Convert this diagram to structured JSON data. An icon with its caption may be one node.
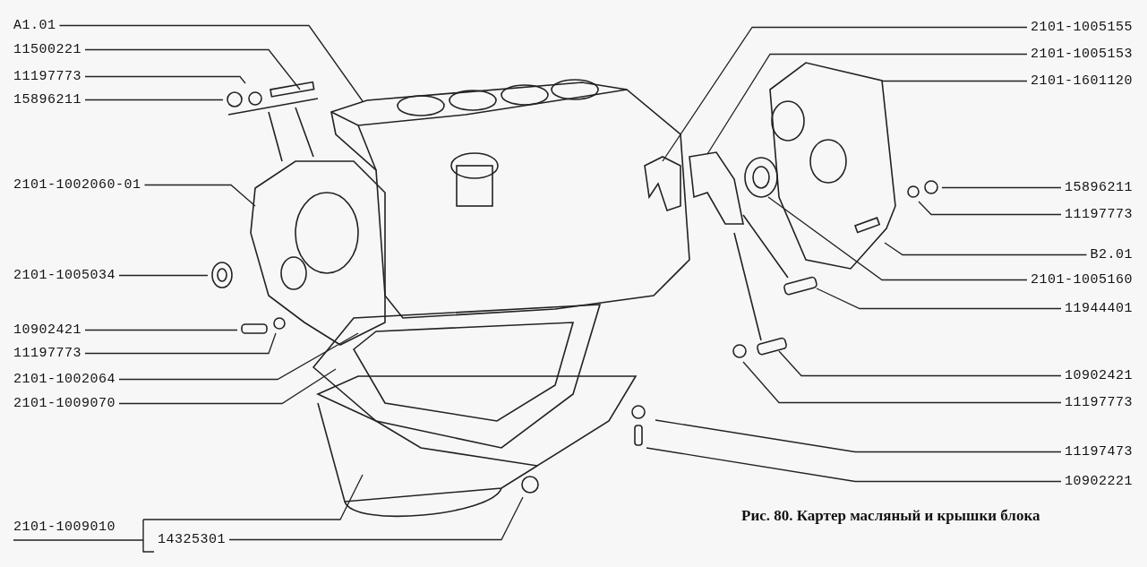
{
  "diagram": {
    "caption": "Рис. 80. Картер масляный и крышки блока",
    "nodes": [
      {
        "text": [
          "A1.01"
        ]
      },
      {
        "text": [
          "11500221"
        ]
      },
      {
        "text": [
          "11197773"
        ]
      },
      {
        "text": [
          "15896211"
        ]
      },
      {
        "text": [
          "2101-1002060-01"
        ]
      },
      {
        "text": [
          "2101-1005034"
        ]
      },
      {
        "text": [
          "10902421"
        ]
      },
      {
        "text": [
          "11197773"
        ]
      },
      {
        "text": [
          "2101-1002064"
        ]
      },
      {
        "text": [
          "2101-1009070"
        ]
      },
      {
        "text": [
          "2101-1009010"
        ]
      },
      {
        "text": [
          "14325301"
        ]
      },
      {
        "text": [
          "2101-1005155"
        ]
      },
      {
        "text": [
          "2101-1005153"
        ]
      },
      {
        "text": [
          "2101-1601120"
        ]
      },
      {
        "text": [
          "15896211"
        ]
      },
      {
        "text": [
          "11197773"
        ]
      },
      {
        "text": [
          "B2.01"
        ]
      },
      {
        "text": [
          "2101-1005160"
        ]
      },
      {
        "text": [
          "11944401"
        ]
      },
      {
        "text": [
          "10902421"
        ]
      },
      {
        "text": [
          "11197773"
        ]
      },
      {
        "text": [
          "11197473"
        ]
      },
      {
        "text": [
          "10902221"
        ]
      }
    ],
    "edges": [
      {
        "from": 0,
        "to": null,
        "arrow": "none"
      },
      {
        "from": 1,
        "to": null,
        "arrow": "none"
      },
      {
        "from": 2,
        "to": null,
        "arrow": "none"
      },
      {
        "from": 3,
        "to": null,
        "arrow": "none"
      },
      {
        "from": 4,
        "to": null,
        "arrow": "none"
      },
      {
        "from": 5,
        "to": null,
        "arrow": "none"
      },
      {
        "from": 6,
        "to": null,
        "arrow": "none"
      },
      {
        "from": 7,
        "to": null,
        "arrow": "none"
      },
      {
        "from": 8,
        "to": null,
        "arrow": "none"
      },
      {
        "from": 9,
        "to": null,
        "arrow": "none"
      },
      {
        "from": 10,
        "to": null,
        "arrow": "none"
      },
      {
        "from": 11,
        "to": null,
        "arrow": "none"
      },
      {
        "from": 12,
        "to": null,
        "arrow": "none"
      },
      {
        "from": 13,
        "to": null,
        "arrow": "none"
      },
      {
        "from": 14,
        "to": null,
        "arrow": "none"
      },
      {
        "from": 15,
        "to": null,
        "arrow": "none"
      },
      {
        "from": 16,
        "to": null,
        "arrow": "none"
      },
      {
        "from": 17,
        "to": null,
        "arrow": "none"
      },
      {
        "from": 18,
        "to": null,
        "arrow": "none"
      },
      {
        "from": 19,
        "to": null,
        "arrow": "none"
      },
      {
        "from": 20,
        "to": null,
        "arrow": "none"
      },
      {
        "from": 21,
        "to": null,
        "arrow": "none"
      },
      {
        "from": 22,
        "to": null,
        "arrow": "none"
      },
      {
        "from": 23,
        "to": null,
        "arrow": "none"
      }
    ]
  }
}
